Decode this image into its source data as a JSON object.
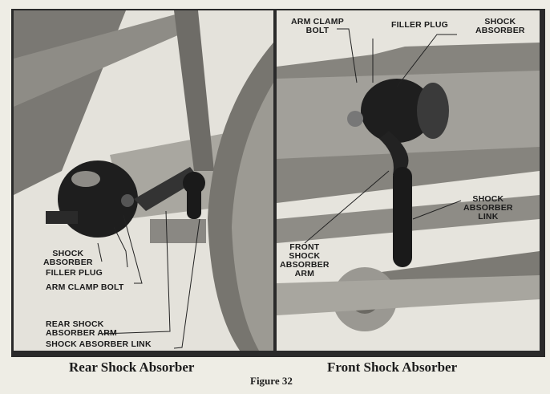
{
  "left_panel": {
    "labels": {
      "shock_absorber_1": "SHOCK",
      "shock_absorber_2": "ABSORBER",
      "filler_plug": "FILLER PLUG",
      "arm_clamp_bolt": "ARM CLAMP BOLT",
      "rear_arm_1": "REAR SHOCK",
      "rear_arm_2": "ABSORBER ARM",
      "link": "SHOCK ABSORBER LINK"
    },
    "caption": "Rear Shock Absorber"
  },
  "right_panel": {
    "labels": {
      "arm_clamp_bolt_1": "ARM CLAMP",
      "arm_clamp_bolt_2": "BOLT",
      "filler_plug": "FILLER PLUG",
      "shock_absorber_1": "SHOCK",
      "shock_absorber_2": "ABSORBER",
      "link_1": "SHOCK",
      "link_2": "ABSORBER",
      "link_3": "LINK",
      "front_arm_1": "FRONT",
      "front_arm_2": "SHOCK",
      "front_arm_3": "ABSORBER",
      "front_arm_4": "ARM"
    },
    "caption": "Front Shock Absorber"
  },
  "figure_label": "Figure 32"
}
